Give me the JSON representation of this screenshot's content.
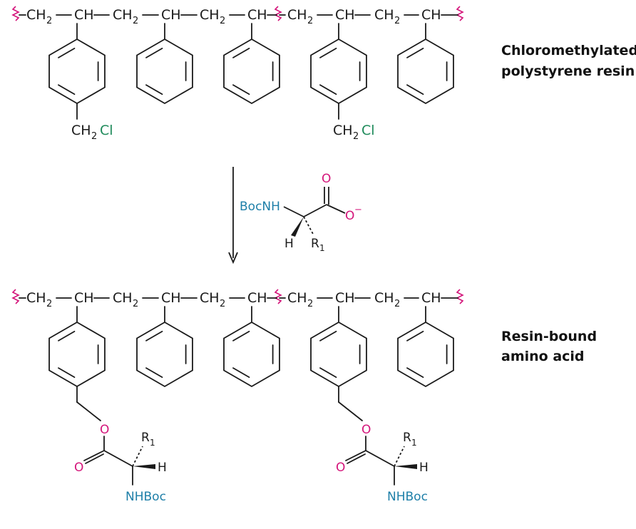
{
  "colors": {
    "ink": "#1a1a1a",
    "chlorine": "#1e8a5a",
    "oxygen": "#d4147a",
    "nitrogen_group": "#1e7fa8",
    "squiggle": "#d4147a"
  },
  "top_polymer": {
    "caption_line1": "Chloromethylated",
    "caption_line2": "polystyrene resin",
    "ch2": "CH",
    "ch": "CH",
    "sub2": "2",
    "cl": "Cl"
  },
  "reagent": {
    "bocnh": "BocNH",
    "o_top": "O",
    "o_minus": "O",
    "charge": "−",
    "h": "H",
    "r": "R",
    "r_sub": "1"
  },
  "bottom_polymer": {
    "caption_line1": "Resin-bound",
    "caption_line2": "amino acid",
    "ch2": "CH",
    "ch": "CH",
    "sub2": "2",
    "o_ester": "O",
    "o_carbonyl": "O",
    "r": "R",
    "r_sub": "1",
    "h": "H",
    "nhboc": "NHBoc"
  }
}
